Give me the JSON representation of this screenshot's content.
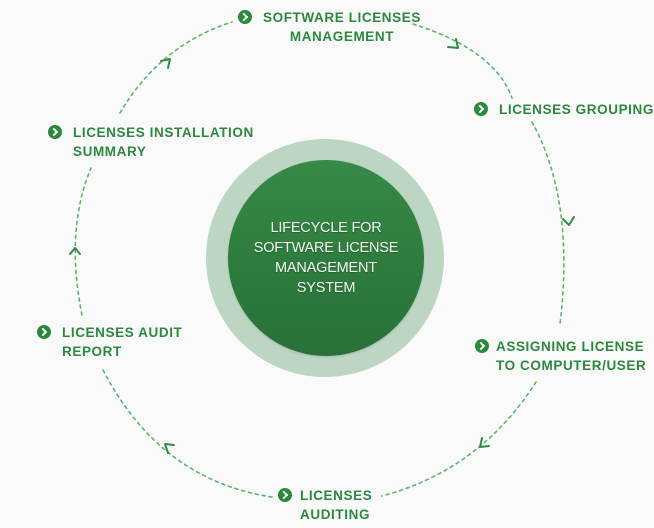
{
  "center": {
    "title": "LIFECYCLE FOR\nSOFTWARE LICENSE\nMANAGEMENT\nSYSTEM"
  },
  "steps": [
    {
      "label": "SOFTWARE LICENSES\nMANAGEMENT",
      "icon": "chevron-right-circle-icon"
    },
    {
      "label": "LICENSES GROUPING",
      "icon": "chevron-right-circle-icon"
    },
    {
      "label": "ASSIGNING LICENSE\nTO COMPUTER/USER",
      "icon": "chevron-right-circle-icon"
    },
    {
      "label": "LICENSES\nAUDITING",
      "icon": "chevron-right-circle-icon"
    },
    {
      "label": "LICENSES  AUDIT\nREPORT",
      "icon": "chevron-right-circle-icon"
    },
    {
      "label": "LICENSES INSTALLATION\nSUMMARY",
      "icon": "chevron-right-circle-icon"
    }
  ],
  "colors": {
    "accent": "#2a8a3c",
    "arc": "#5bb46b",
    "outer_ring": "#bcd6c3",
    "inner_circle": "#2e7d3e",
    "background": "#fafafa"
  }
}
